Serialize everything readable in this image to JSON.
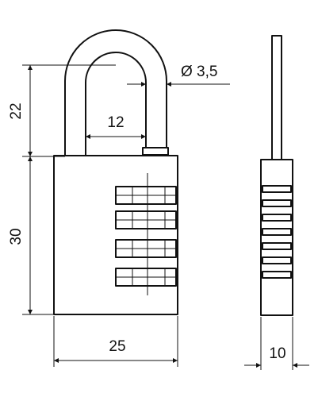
{
  "dimensions": {
    "shackle_height": "22",
    "body_height": "30",
    "shackle_inner_width": "12",
    "shackle_diameter": "Ø 3,5",
    "body_width": "25",
    "depth": "10"
  },
  "colors": {
    "line": "#111111",
    "background": "#ffffff"
  }
}
